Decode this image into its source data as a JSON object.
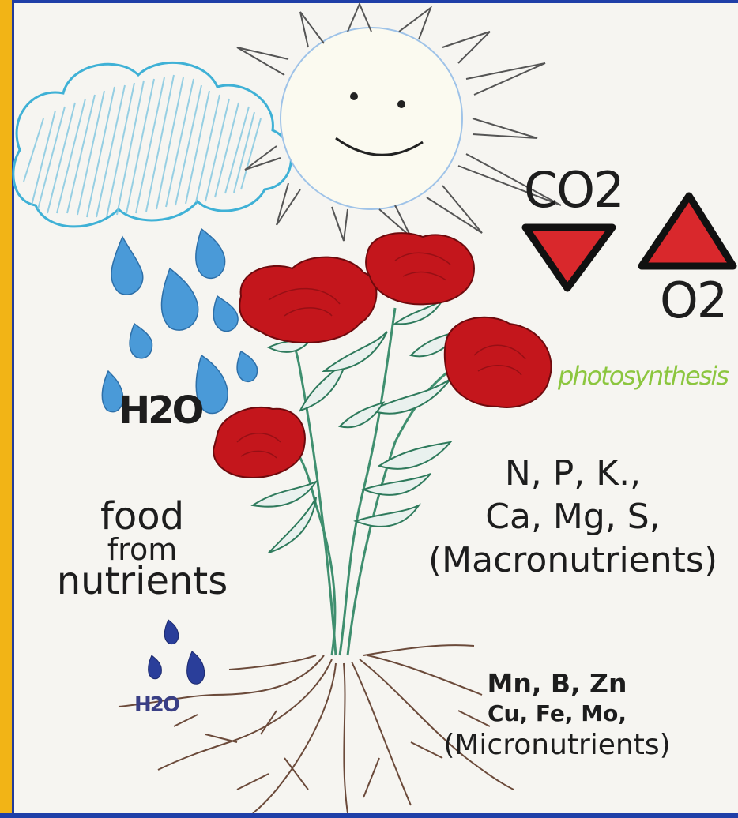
{
  "labels": {
    "water_upper": "H2O",
    "carbon_dioxide": "CO2",
    "oxygen": "O2",
    "photosynthesis": "photosynthesis",
    "macro_line1": "N, P, K.,",
    "macro_line2": "Ca, Mg, S,",
    "macro_line3": "(Macronutrients)",
    "food_line1": "food",
    "food_line2": "from",
    "food_line3": "nutrients",
    "water_lower": "H2O",
    "micro_line1": "Mn, B, Zn",
    "micro_line2": "Cu, Fe, Mo,",
    "micro_line3": "(Micronutrients)"
  },
  "icons": [
    "cloud-icon",
    "sun-icon",
    "raindrop-icon",
    "rose-icon",
    "triangle-down-icon",
    "triangle-up-icon",
    "root-icon"
  ],
  "colors": {
    "frame_gold": "#f2b416",
    "frame_blue": "#1f3fa8",
    "rose_red": "#c4161c",
    "water_blue": "#4a9ad8",
    "leaf_green": "#3f8f6f",
    "photosynthesis_green": "#8cc63f",
    "triangle_red": "#d9282c"
  }
}
